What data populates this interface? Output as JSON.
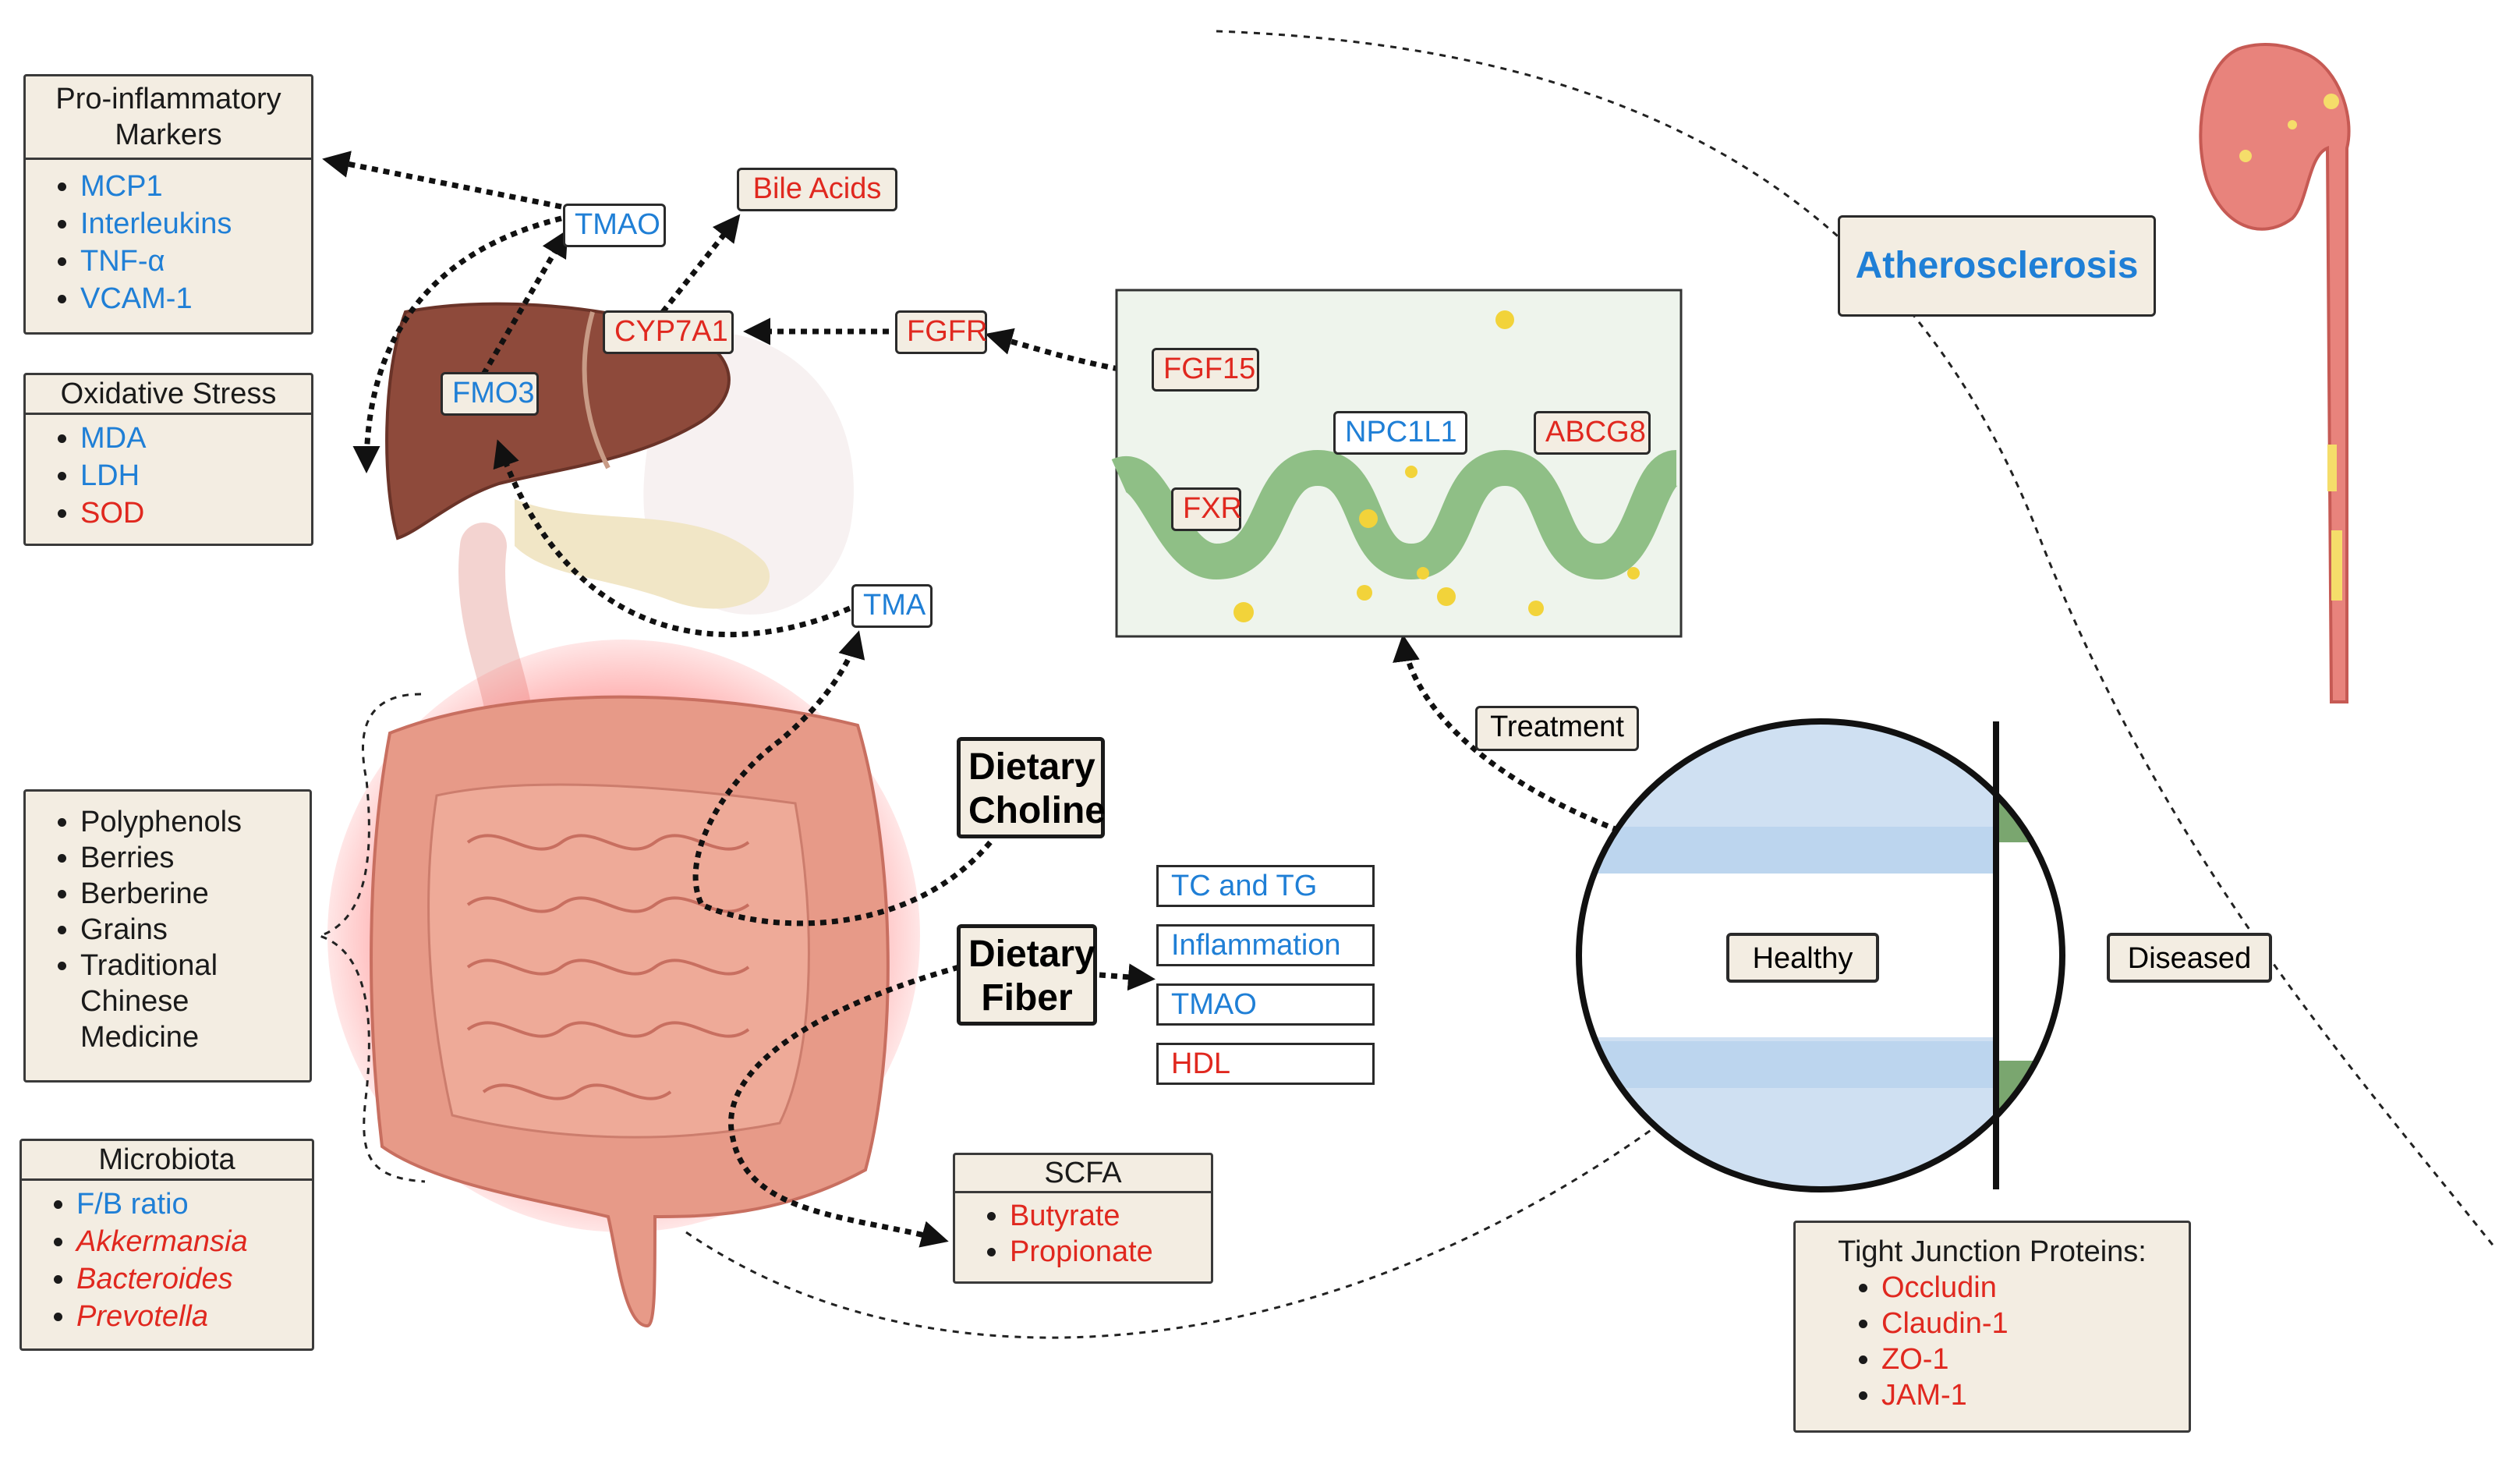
{
  "pro_inflammatory": {
    "title": "Pro-inflammatory Markers",
    "items": [
      {
        "label": "MCP1",
        "color": "blue"
      },
      {
        "label": "Interleukins",
        "color": "blue"
      },
      {
        "label": "TNF-α",
        "color": "blue"
      },
      {
        "label": "VCAM-1",
        "color": "blue"
      }
    ]
  },
  "oxidative_stress": {
    "title": "Oxidative Stress",
    "items": [
      {
        "label": "MDA",
        "color": "blue"
      },
      {
        "label": "LDH",
        "color": "blue"
      },
      {
        "label": "SOD",
        "color": "red"
      }
    ]
  },
  "interventions": {
    "items": [
      "Polyphenols",
      "Berries",
      "Berberine",
      "Grains",
      "Traditional Chinese Medicine"
    ]
  },
  "microbiota": {
    "title": "Microbiota",
    "items": [
      {
        "label": "F/B ratio",
        "color": "blue",
        "italic": false
      },
      {
        "label": "Akkermansia",
        "color": "red",
        "italic": true
      },
      {
        "label": "Bacteroides",
        "color": "red",
        "italic": true
      },
      {
        "label": "Prevotella",
        "color": "red",
        "italic": true
      }
    ]
  },
  "tags": {
    "tmao": "TMAO",
    "bile_acids": "Bile Acids",
    "cyp7a1": "CYP7A1",
    "fgfr": "FGFR",
    "fmo3": "FMO3",
    "tma": "TMA",
    "fgf15": "FGF15",
    "fxr": "FXR",
    "npc1l1": "NPC1L1",
    "abcg8": "ABCG8",
    "treatment": "Treatment",
    "healthy": "Healthy",
    "diseased": "Diseased"
  },
  "dietary_choline": "Dietary Choline",
  "dietary_fiber": "Dietary Fiber",
  "fiber_effects": [
    {
      "label": "TC and TG",
      "color": "blue"
    },
    {
      "label": "Inflammation",
      "color": "blue"
    },
    {
      "label": "TMAO",
      "color": "blue"
    },
    {
      "label": "HDL",
      "color": "red"
    }
  ],
  "scfa": {
    "title": "SCFA",
    "items": [
      {
        "label": "Butyrate",
        "color": "red"
      },
      {
        "label": "Propionate",
        "color": "red"
      }
    ]
  },
  "atherosclerosis": "Atherosclerosis",
  "tight_junction": {
    "title": "Tight Junction Proteins:",
    "items": [
      "Occludin",
      "Claudin-1",
      "ZO-1",
      "JAM-1"
    ]
  },
  "colors": {
    "blue_text": "#1f7fd6",
    "red_text": "#e0281f",
    "box_fill": "#f3ede2",
    "liver": "#8e4a3b",
    "intestine": "#e79a88",
    "villi": "#8fbf86",
    "artery": "#e8837c"
  }
}
